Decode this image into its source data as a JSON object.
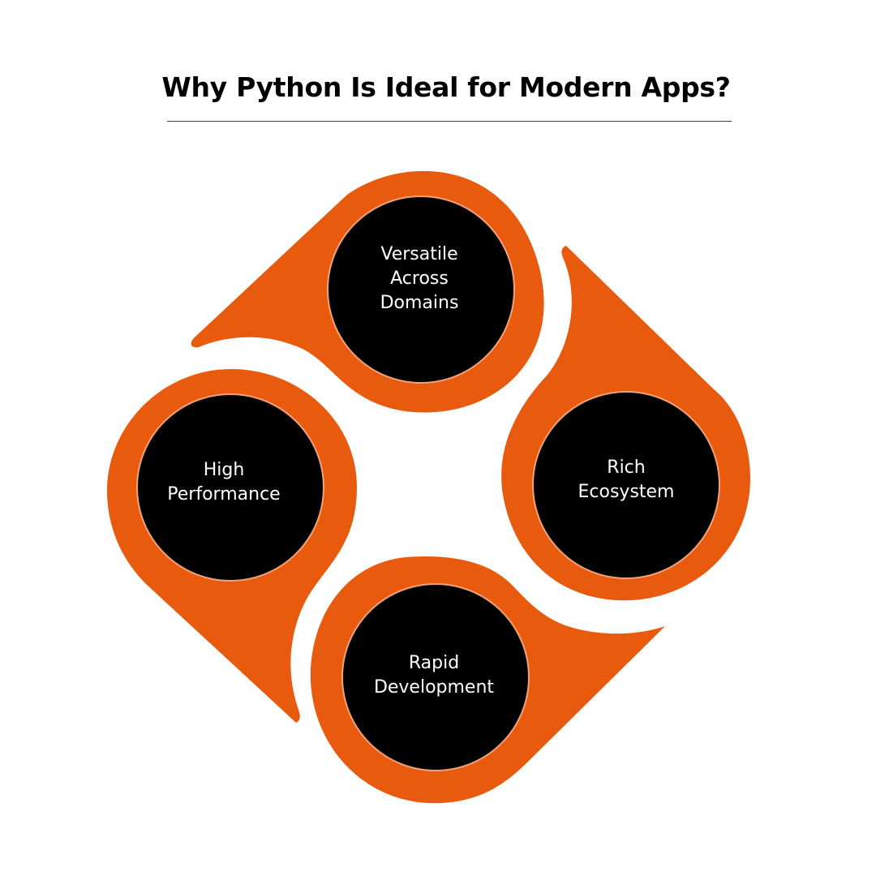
{
  "header": {
    "title": "Why Python Is Ideal for Modern Apps?"
  },
  "colors": {
    "accent": "#E85A0E",
    "circle": "#000000",
    "circle_ring": "#F2A27A",
    "text": "#FFFFFF",
    "title": "#000000"
  },
  "items": [
    {
      "id": "versatile",
      "lines": [
        "Versatile",
        "Across",
        "Domains"
      ]
    },
    {
      "id": "ecosystem",
      "lines": [
        "Rich",
        "Ecosystem"
      ]
    },
    {
      "id": "rapid",
      "lines": [
        "Rapid",
        "Development"
      ]
    },
    {
      "id": "performance",
      "lines": [
        "High",
        "Performance"
      ]
    }
  ]
}
